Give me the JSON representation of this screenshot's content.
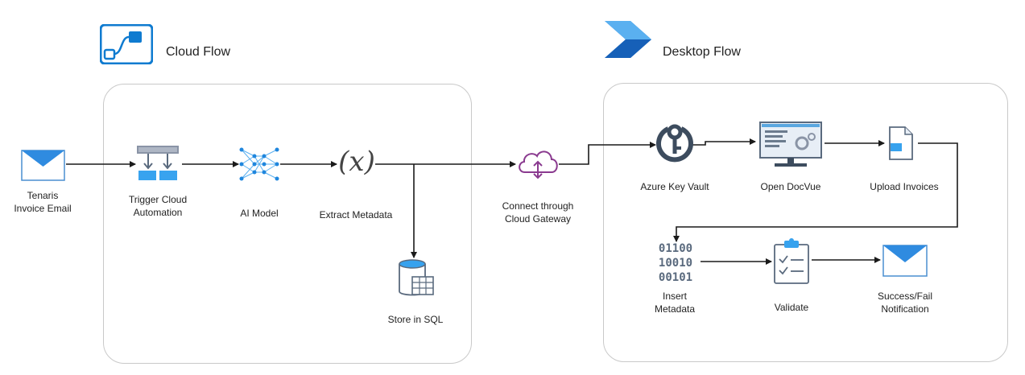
{
  "headers": {
    "cloud_flow": "Cloud Flow",
    "desktop_flow": "Desktop Flow"
  },
  "nodes": {
    "email": [
      "Tenaris",
      "Invoice Email"
    ],
    "trigger": [
      "Trigger Cloud",
      "Automation"
    ],
    "ai_model": "AI Model",
    "extract": "Extract Metadata",
    "sql": "Store in SQL",
    "gateway": [
      "Connect through",
      "Cloud Gateway"
    ],
    "keyvault": "Azure Key Vault",
    "docvue": "Open DocVue",
    "upload": "Upload Invoices",
    "insert": [
      "Insert",
      "Metadata"
    ],
    "validate": "Validate",
    "notify": [
      "Success/Fail",
      "Notification"
    ]
  },
  "binary_text": [
    "01100",
    "10010",
    "00101"
  ],
  "variable_symbol": "(𝑥)",
  "colors": {
    "accent": "#0f7bd0",
    "light_blue": "#67b6ee",
    "gray_icon": "#5a6a7e",
    "purple": "#8a3a8f"
  }
}
